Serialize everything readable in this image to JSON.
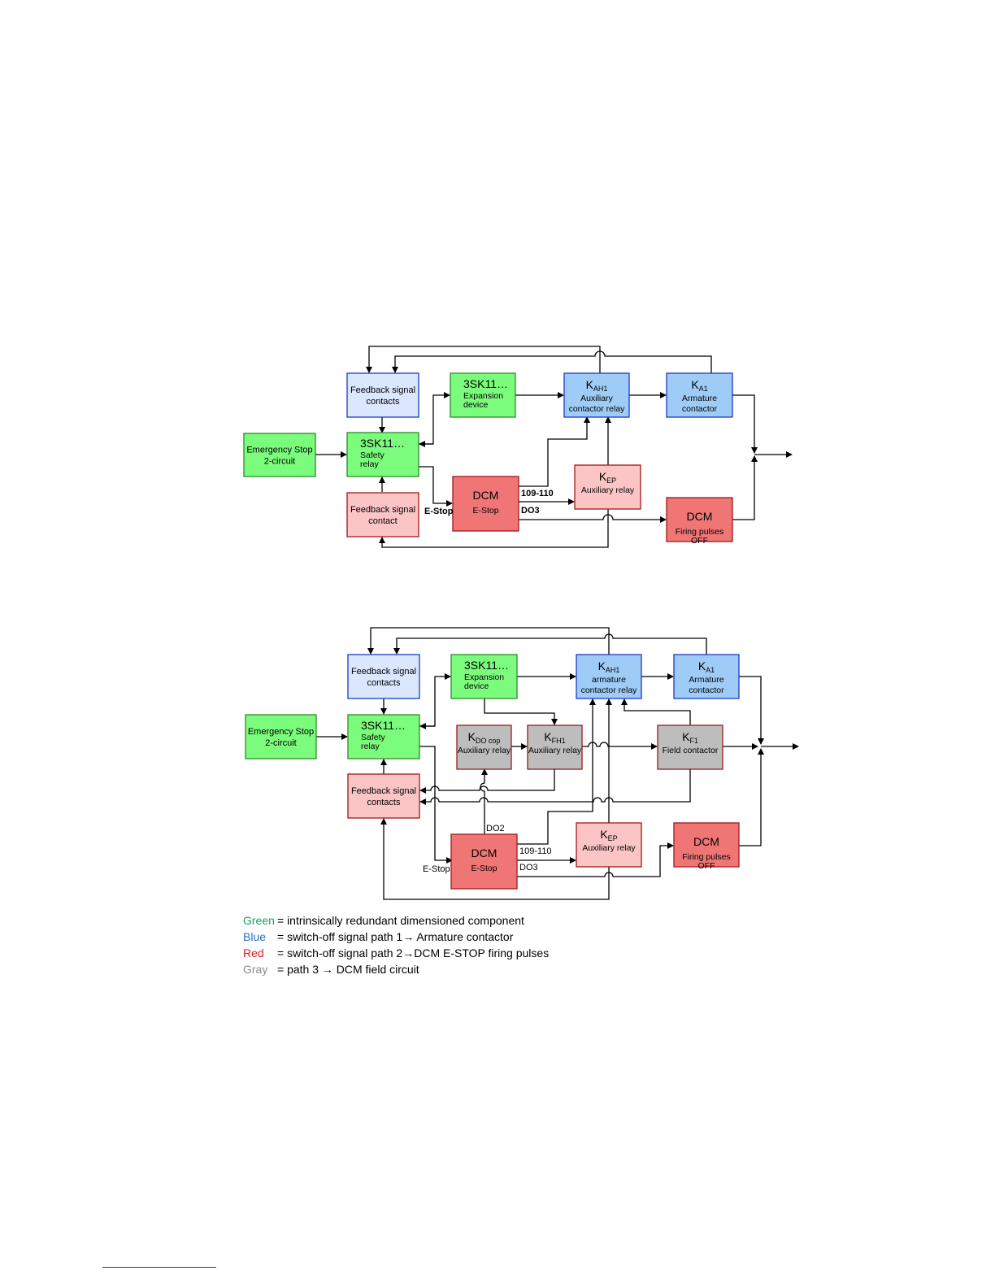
{
  "colors": {
    "green": "#7cfc7c",
    "green_border": "#2c8a2c",
    "blue": "#9fccf7",
    "blue_border": "#1d39c9",
    "light_blue": "#dbe6ff",
    "red": "#f07676",
    "red_border": "#a01818",
    "light_red": "#fcc5c5",
    "gray": "#bdbdbd",
    "legend_green": "#17a05a",
    "legend_blue": "#2a6fbf",
    "legend_red": "#d81b1b",
    "legend_gray": "#8a8a8a"
  },
  "diagram1": {
    "blocks": {
      "emergency_stop": [
        "Emergency Stop",
        "2-circuit"
      ],
      "feedback_top": [
        "Feedback signal",
        "contacts"
      ],
      "feedback_bottom": [
        "Feedback signal",
        "contact"
      ],
      "safety_relay": {
        "title": "3SK11…",
        "lines": [
          "Safety",
          "relay"
        ]
      },
      "expansion": {
        "title": "3SK11…",
        "lines": [
          "Expansion",
          "device"
        ]
      },
      "kah1": {
        "main": "K",
        "sub": "AH1",
        "lines": [
          "Auxiliary",
          "contactor relay"
        ]
      },
      "ka1": {
        "main": "K",
        "sub": "A1",
        "lines": [
          "Armature",
          "contactor"
        ]
      },
      "dcm_estop": {
        "title": "DCM",
        "lines": [
          "E-Stop"
        ]
      },
      "kep": {
        "main": "K",
        "sub": "EP",
        "lines": [
          "Auxiliary relay"
        ]
      },
      "dcm_firing": {
        "title": "DCM",
        "lines": [
          "Firing pulses",
          "OFF"
        ]
      }
    },
    "labels": {
      "estop": "E-Stop",
      "terminal": "109-110",
      "do3": "DO3"
    }
  },
  "diagram2": {
    "blocks": {
      "emergency_stop": [
        "Emergency Stop",
        "2-circuit"
      ],
      "feedback_top": [
        "Feedback signal",
        "contacts"
      ],
      "feedback_bottom": [
        "Feedback signal",
        "contacts"
      ],
      "safety_relay": {
        "title": "3SK11…",
        "lines": [
          "Safety",
          "relay"
        ]
      },
      "expansion": {
        "title": "3SK11…",
        "lines": [
          "Expansion",
          "device"
        ]
      },
      "kah1": {
        "main": "K",
        "sub": "AH1",
        "lines": [
          "armature",
          "contactor relay"
        ]
      },
      "ka1": {
        "main": "K",
        "sub": "A1",
        "lines": [
          "Armature",
          "contactor"
        ]
      },
      "kdo": {
        "main": "K",
        "sub": "DO cop",
        "lines": [
          "Auxiliary relay"
        ]
      },
      "kfh1": {
        "main": "K",
        "sub": "FH1",
        "lines": [
          "Auxiliary relay"
        ]
      },
      "kf1": {
        "main": "K",
        "sub": "F1",
        "lines": [
          "Field contactor"
        ]
      },
      "dcm_estop": {
        "title": "DCM",
        "lines": [
          "E-Stop"
        ]
      },
      "kep": {
        "main": "K",
        "sub": "EP",
        "lines": [
          "Auxiliary relay"
        ]
      },
      "dcm_firing": {
        "title": "DCM",
        "lines": [
          "Firing pulses",
          "OFF"
        ]
      }
    },
    "labels": {
      "estop": "E-Stop",
      "terminal": "109-110",
      "do3": "DO3",
      "do2": "DO2"
    }
  },
  "legend": [
    {
      "name": "Green",
      "description": "= intrinsically redundant dimensioned component",
      "color": "#17a05a"
    },
    {
      "name": "Blue",
      "description": "= switch-off signal path 1→ Armature contactor",
      "color": "#2a6fbf"
    },
    {
      "name": "Red",
      "description": "= switch-off signal path 2→DCM E-STOP firing pulses",
      "color": "#d81b1b"
    },
    {
      "name": "Gray",
      "description": "= path 3   → DCM field circuit",
      "color": "#8a8a8a"
    }
  ]
}
